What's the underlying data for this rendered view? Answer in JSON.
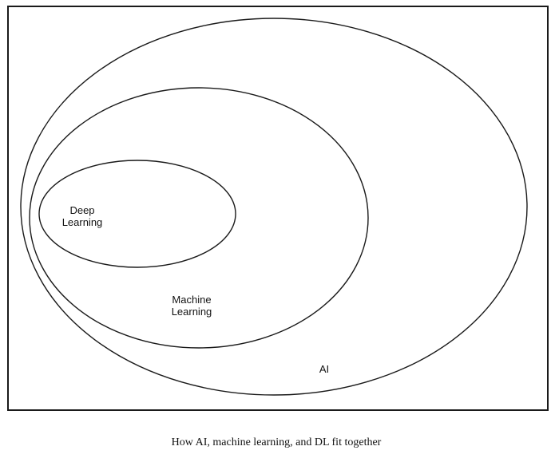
{
  "diagram": {
    "regions": [
      {
        "id": "ai",
        "label_lines": [
          "AI"
        ]
      },
      {
        "id": "machine-learning",
        "label_lines": [
          "Machine",
          "Learning"
        ]
      },
      {
        "id": "deep-learning",
        "label_lines": [
          "Deep",
          "Learning"
        ]
      }
    ]
  },
  "caption": "How AI, machine learning, and DL fit together"
}
